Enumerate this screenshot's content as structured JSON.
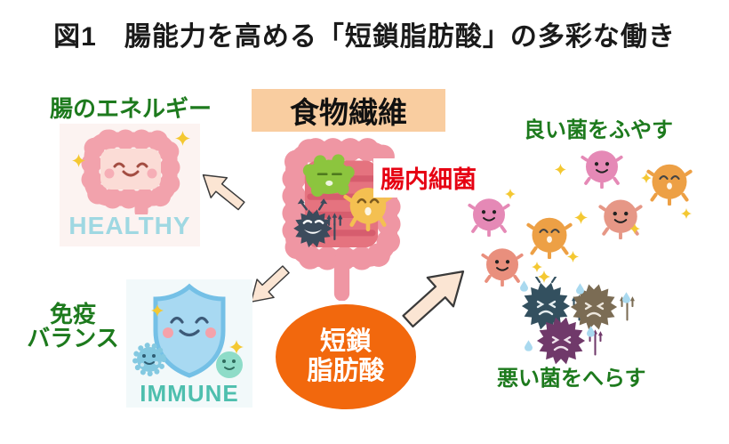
{
  "title": "図1　腸能力を高める「短鎖脂肪酸」の多彩な働き",
  "center": {
    "fiber_label": "食物繊維",
    "gut_bacteria_label": "腸内細菌",
    "scfa_line1": "短鎖",
    "scfa_line2": "脂肪酸"
  },
  "left_top": {
    "label": "腸のエネルギー",
    "badge": "HEALTHY"
  },
  "left_bottom": {
    "label_line1": "免疫",
    "label_line2": "バランス",
    "badge": "IMMUNE"
  },
  "right_top": {
    "label": "良い菌をふやす"
  },
  "right_bottom": {
    "label": "悪い菌をへらす"
  },
  "colors": {
    "label_green": "#1d7a1d",
    "label_red": "#e60012",
    "scfa_orange": "#f2680d",
    "fiber_box_bg": "#f9cda0",
    "arrow_fill": "#fbe5d3",
    "healthy_text": "#9fd8e2",
    "immune_text": "#4ebfae",
    "good_bacteria_pink": "#e589b6",
    "good_bacteria_orange": "#eda045",
    "good_bacteria_salmon": "#e69786",
    "good_bacteria_coral": "#e98f7d",
    "bad_bacteria_teal": "#33505f",
    "bad_bacteria_taupe": "#7b6c54",
    "bad_bacteria_purple": "#70396a"
  }
}
